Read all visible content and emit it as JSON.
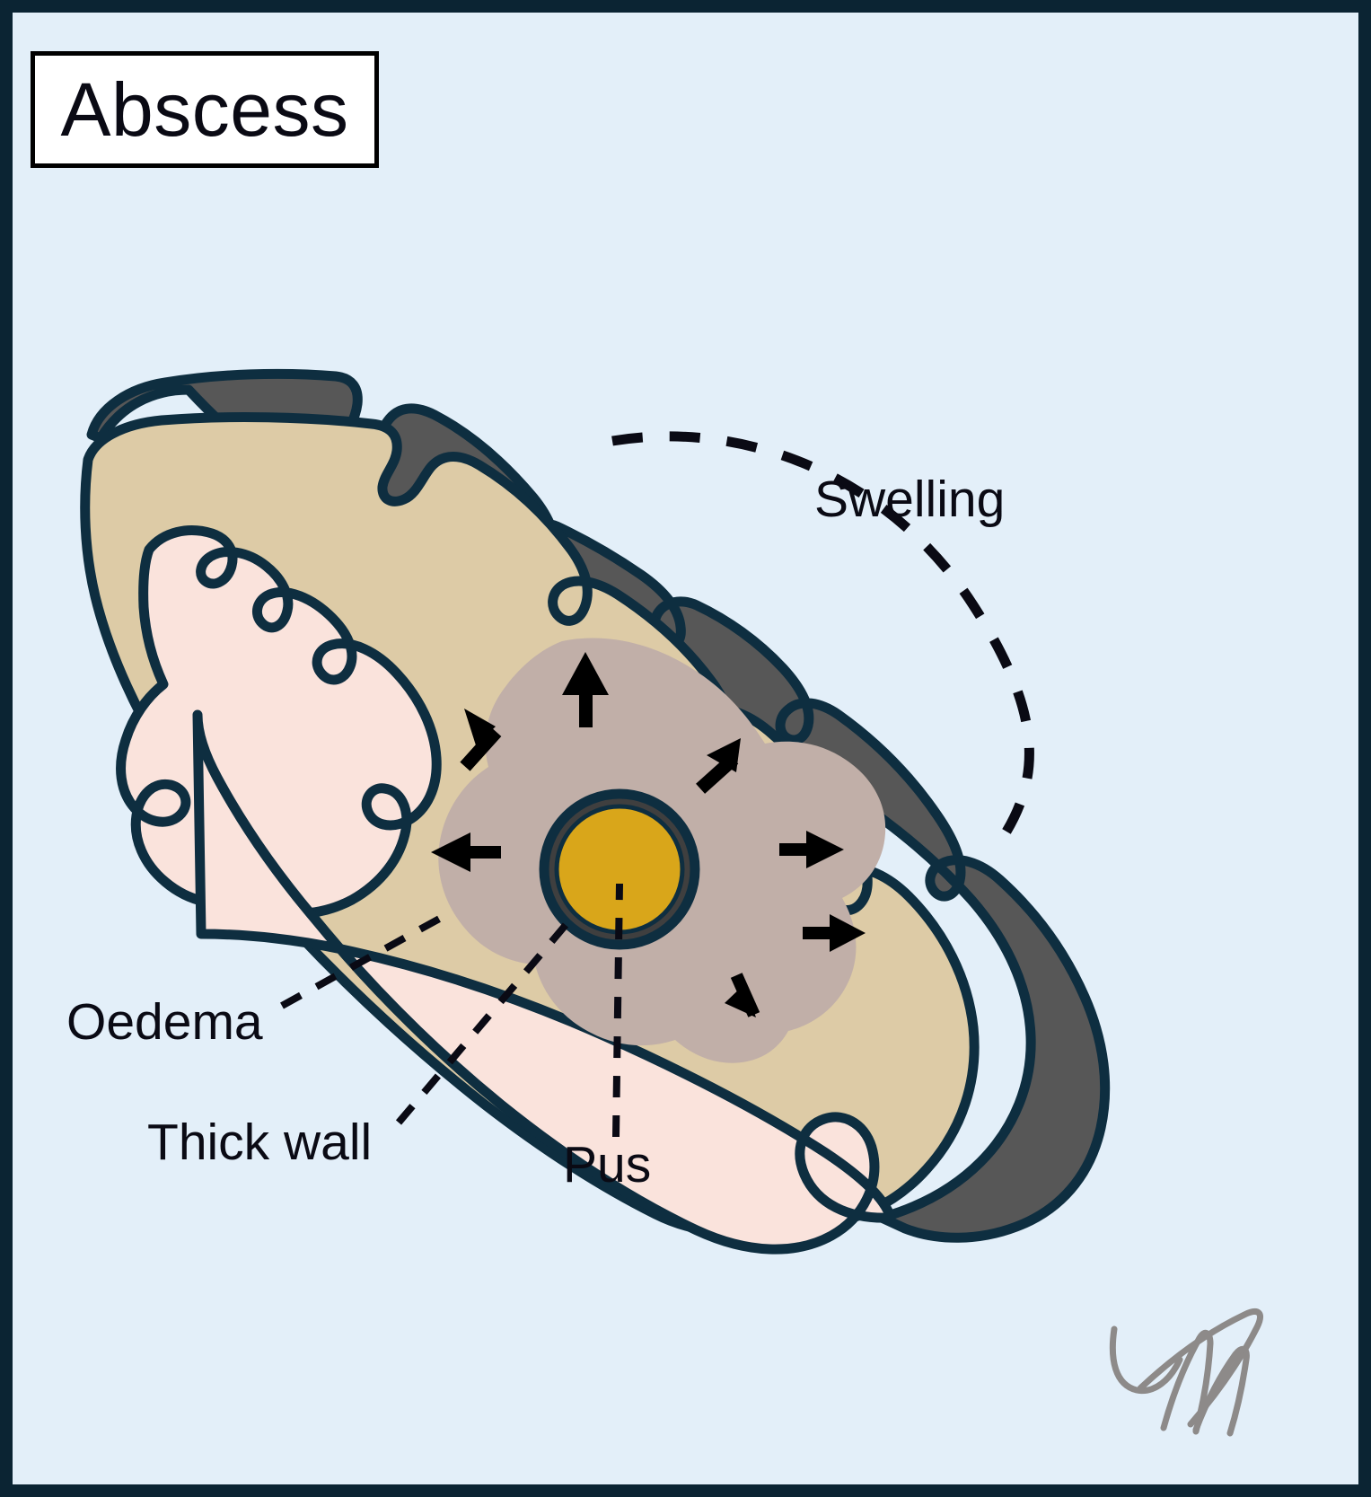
{
  "figure": {
    "title": "Abscess",
    "domain_kind": "medical-illustration",
    "background_color": "#e3eff9",
    "border_color": "#0b2433",
    "outline_color": "#0e2e40"
  },
  "labels": {
    "swelling": "Swelling",
    "oedema": "Oedema",
    "thick_wall": "Thick wall",
    "pus": "Pus"
  },
  "layers": [
    {
      "name": "epidermis-skin",
      "label": "skin surface layer",
      "color": "#575757"
    },
    {
      "name": "dermis",
      "label": "dermal layer",
      "color": "#ddcba6"
    },
    {
      "name": "subcutaneous",
      "label": "subcutaneous tissue",
      "color": "#fae3dc"
    },
    {
      "name": "inflammation-wall",
      "label": "thick abscess wall",
      "color": "#c1afa8"
    },
    {
      "name": "pus-core",
      "label": "pus collection",
      "color": "#d9a61a"
    },
    {
      "name": "pus-rim",
      "label": "pus capsule rim",
      "color": "#3f3f3f"
    }
  ],
  "arrows": {
    "count": 7,
    "meaning": "expansion pressure radiating outward from pus collection",
    "color": "#000000"
  },
  "swelling_marker": {
    "style": "dashed-arc",
    "color": "#0a0a14"
  },
  "signature": {
    "present": true,
    "color": "#8d8a89"
  }
}
